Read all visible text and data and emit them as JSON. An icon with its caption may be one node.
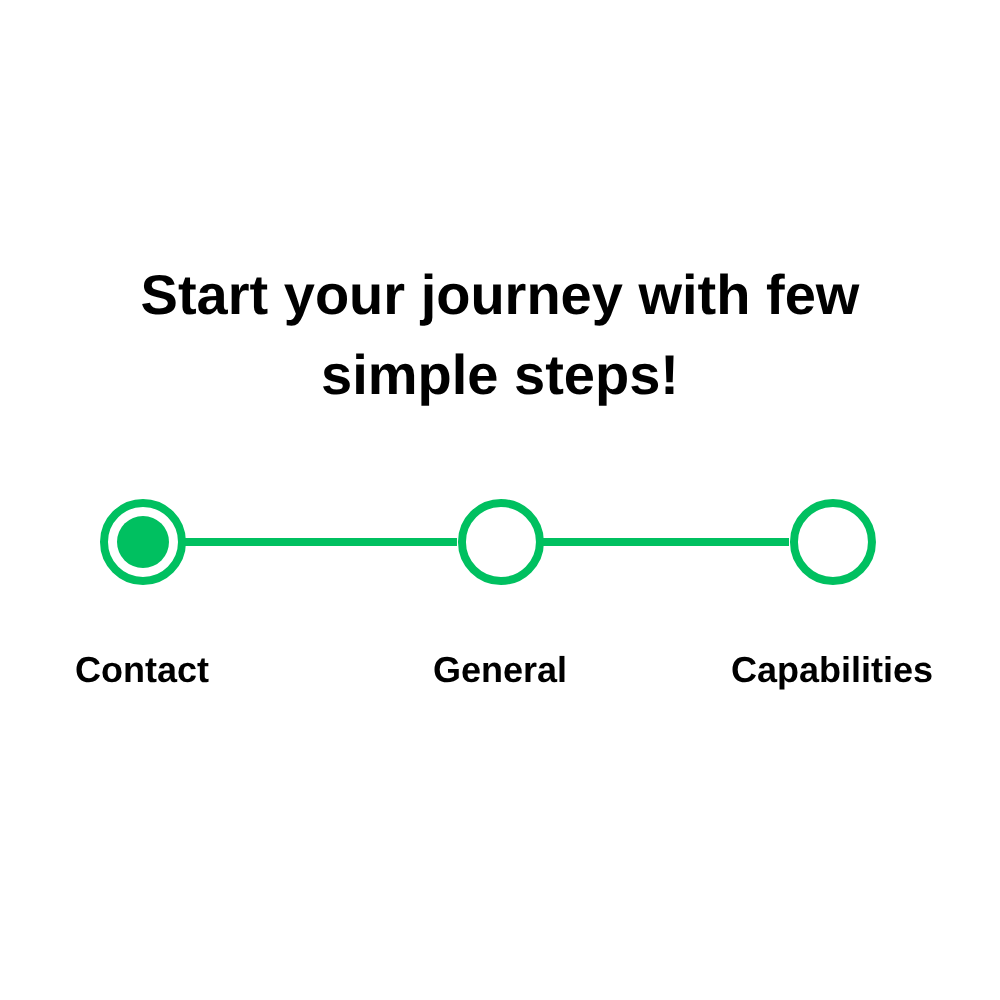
{
  "diagram": {
    "title": "Start your journey with few simple steps!",
    "nodes": [
      {
        "text": [
          "Contact"
        ]
      },
      {
        "text": [
          "General"
        ]
      },
      {
        "text": [
          "Capabilities"
        ]
      }
    ],
    "edges": [
      {
        "from": 0,
        "to": 1,
        "arrow": "none"
      },
      {
        "from": 1,
        "to": 2,
        "arrow": "none"
      }
    ]
  }
}
